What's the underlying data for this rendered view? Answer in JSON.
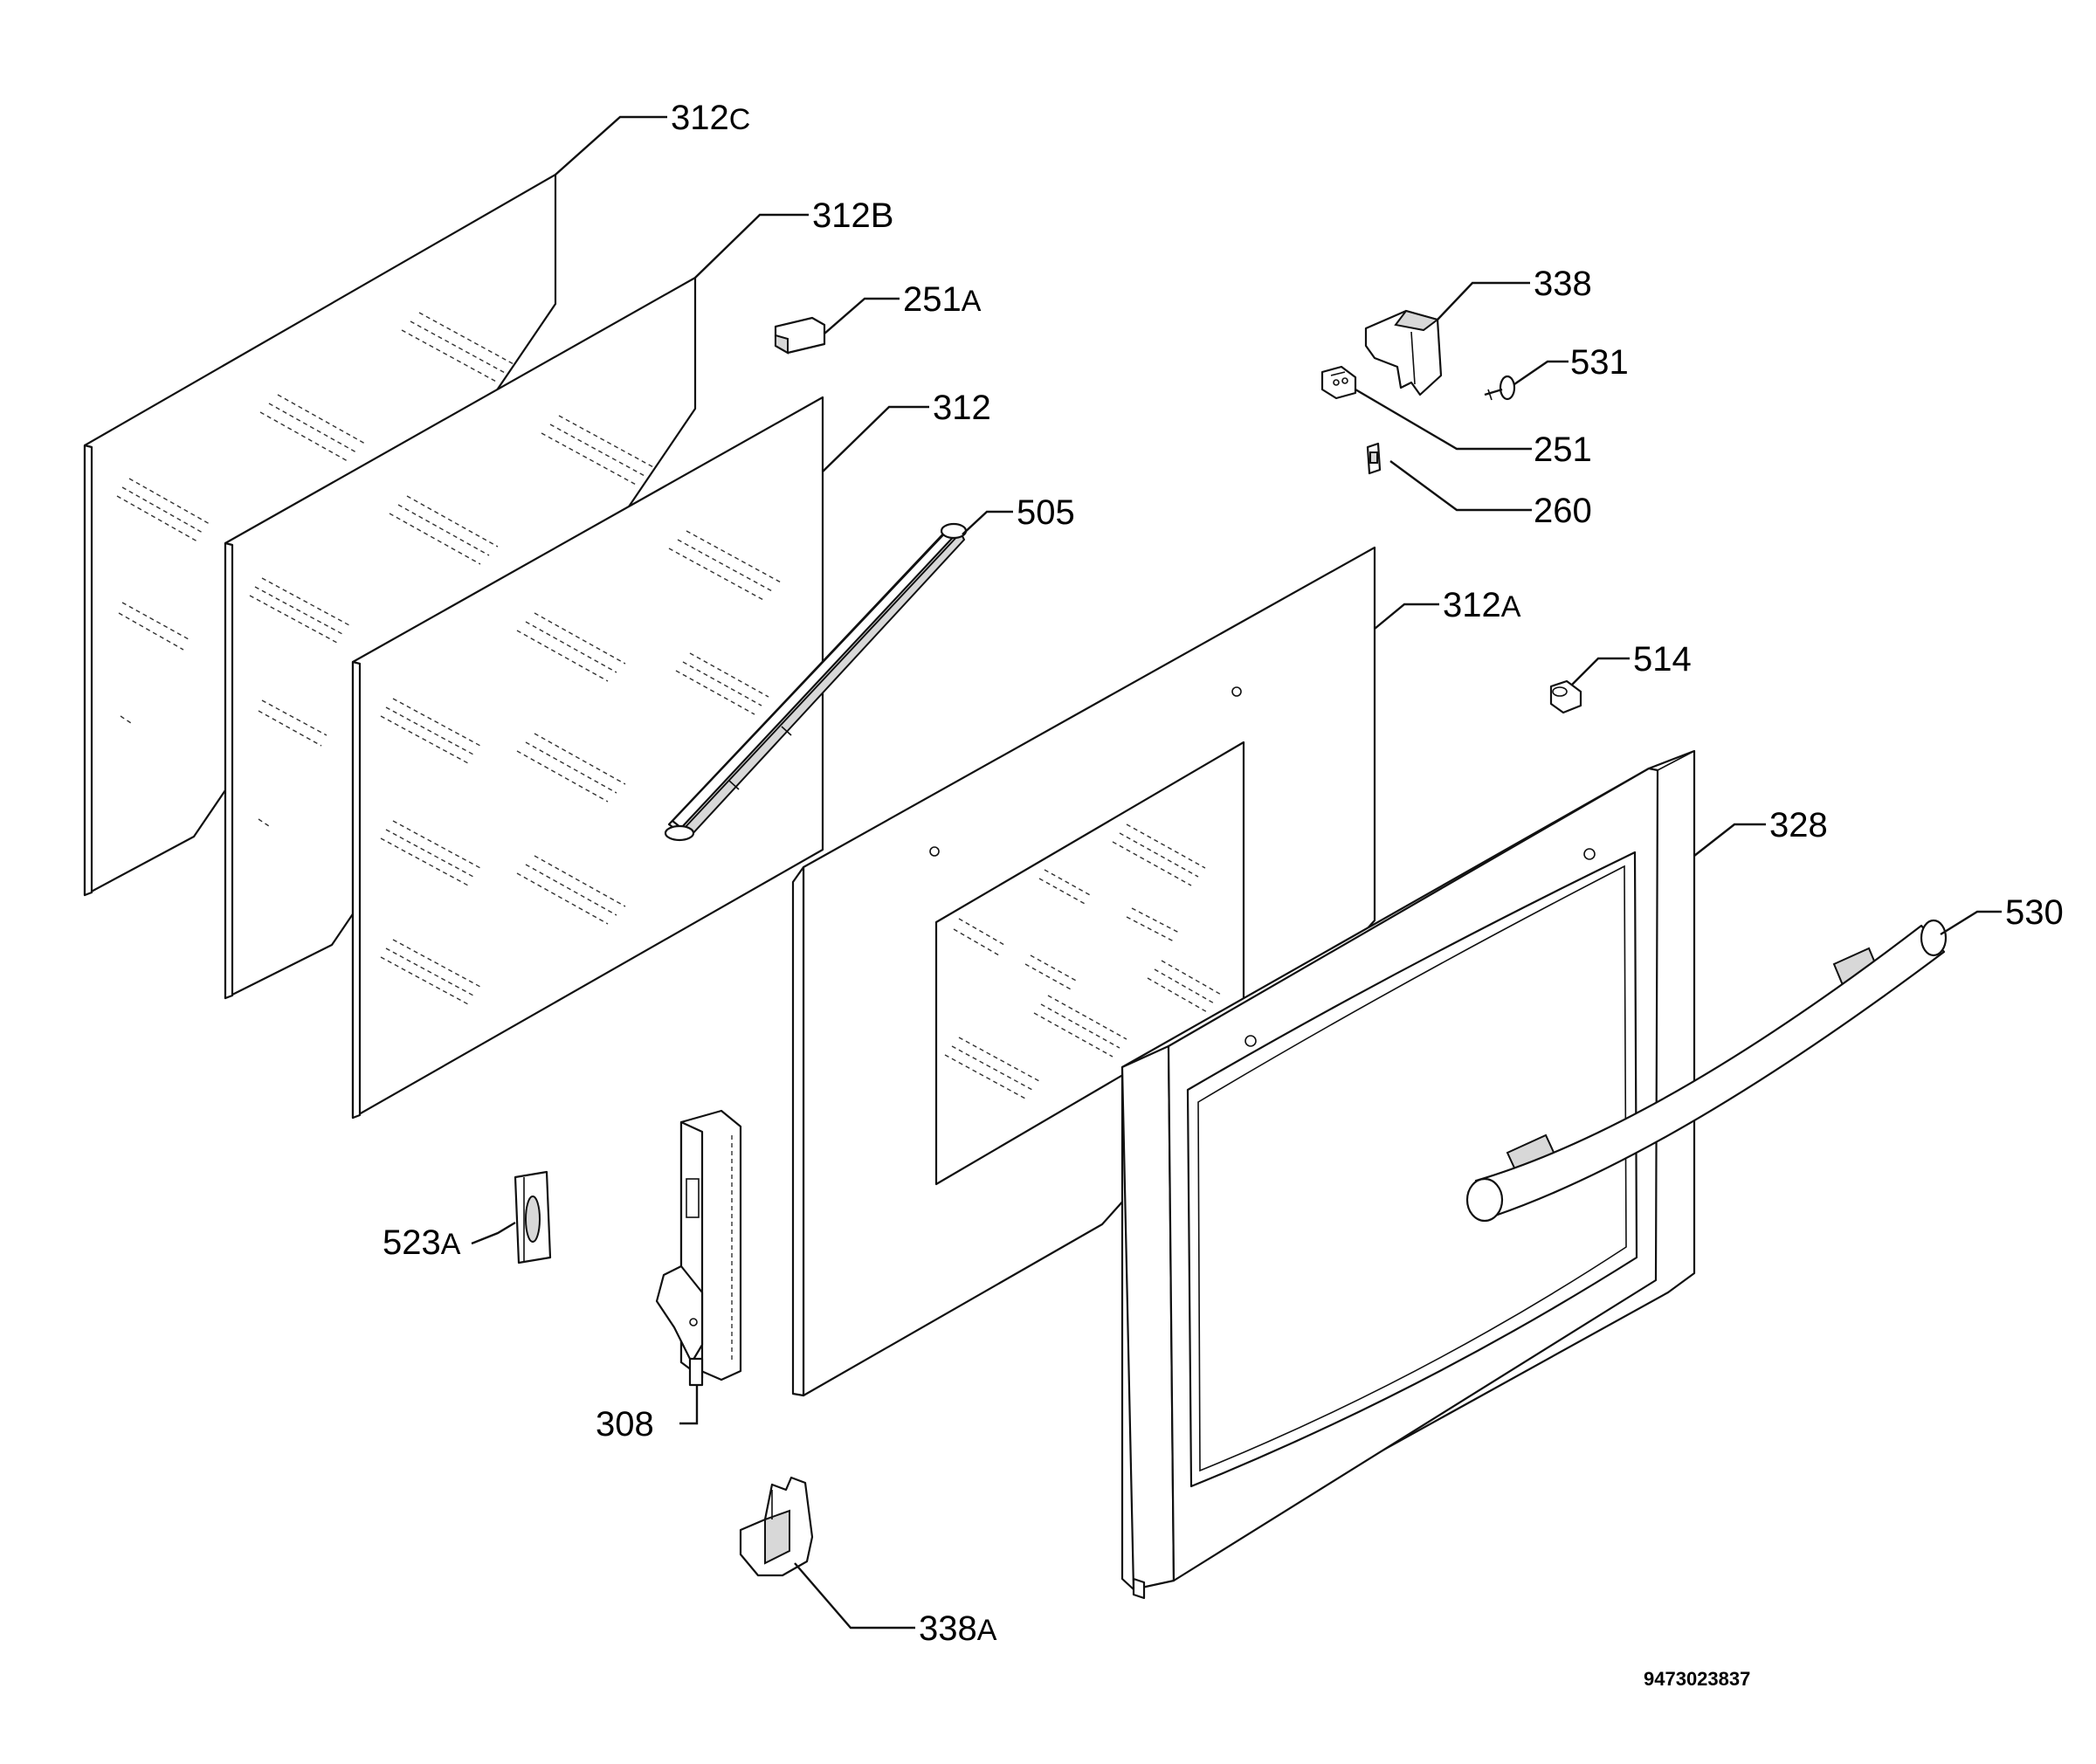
{
  "document_number": "9473023837",
  "callouts": [
    {
      "id": "312c",
      "main": "312",
      "suffix": "C"
    },
    {
      "id": "312b",
      "main": "312B",
      "suffix": ""
    },
    {
      "id": "251a",
      "main": "251",
      "suffix": "A"
    },
    {
      "id": "312",
      "main": "312",
      "suffix": ""
    },
    {
      "id": "338",
      "main": "338",
      "suffix": ""
    },
    {
      "id": "531",
      "main": "531",
      "suffix": ""
    },
    {
      "id": "251",
      "main": "251",
      "suffix": ""
    },
    {
      "id": "260",
      "main": "260",
      "suffix": ""
    },
    {
      "id": "505",
      "main": "505",
      "suffix": ""
    },
    {
      "id": "312a",
      "main": "312",
      "suffix": "A"
    },
    {
      "id": "514",
      "main": "514",
      "suffix": ""
    },
    {
      "id": "328",
      "main": "328",
      "suffix": ""
    },
    {
      "id": "530",
      "main": "530",
      "suffix": ""
    },
    {
      "id": "523a",
      "main": "523",
      "suffix": "A"
    },
    {
      "id": "308",
      "main": "308",
      "suffix": ""
    },
    {
      "id": "338a",
      "main": "338",
      "suffix": "A"
    }
  ]
}
